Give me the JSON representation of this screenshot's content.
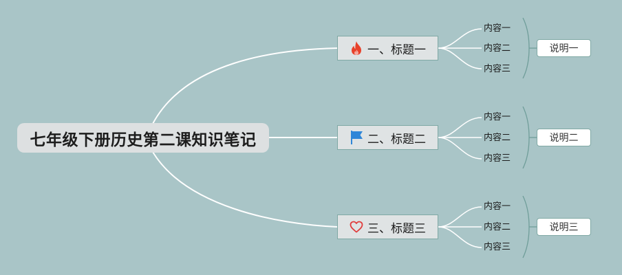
{
  "root": {
    "title": "七年级下册历史第二课知识笔记"
  },
  "topics": [
    {
      "label": "一、标题一",
      "icon": "fire-icon",
      "icon_color": "#e8412a",
      "items": [
        "内容一",
        "内容二",
        "内容三"
      ],
      "note": "说明一"
    },
    {
      "label": "二、标题二",
      "icon": "flag-icon",
      "icon_color": "#2f86d8",
      "items": [
        "内容一",
        "内容二",
        "内容三"
      ],
      "note": "说明二"
    },
    {
      "label": "三、标题三",
      "icon": "heart-icon",
      "icon_color": "#e03c3c",
      "items": [
        "内容一",
        "内容二",
        "内容三"
      ],
      "note": "说明三"
    }
  ],
  "colors": {
    "background": "#a9c5c7",
    "connector": "#ffffff",
    "bracket": "#6f9d99"
  }
}
